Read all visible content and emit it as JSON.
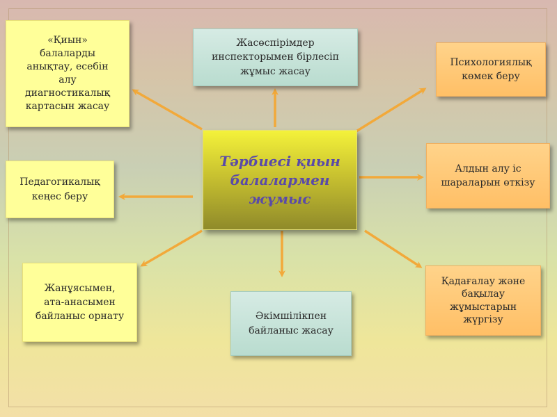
{
  "center": {
    "lines": [
      "Тәрбиесі қиын",
      "балалармен",
      "жұмыс"
    ]
  },
  "nodes": [
    {
      "id": "diagnostic",
      "lines": [
        "«Қиын»",
        "балаларды",
        "анықтау, есебін",
        "алу",
        "диагностикалық",
        "картасын жасау"
      ]
    },
    {
      "id": "inspectors",
      "lines": [
        "Жасөспірімдер",
        "инспекторымен бірлесіп",
        "жұмыс жасау"
      ]
    },
    {
      "id": "psych",
      "lines": [
        "Психологиялық",
        "көмек беру"
      ]
    },
    {
      "id": "pedagogical",
      "lines": [
        "Педагогикалық",
        "кеңес беру"
      ]
    },
    {
      "id": "prevention",
      "lines": [
        "Алдын алу іс",
        "шараларын өткізу"
      ]
    },
    {
      "id": "family",
      "lines": [
        "Жанұясымен,",
        "ата-анасымен",
        "байланыс орнату"
      ]
    },
    {
      "id": "admin",
      "lines": [
        "Әкімшілікпен",
        "байланыс жасау"
      ]
    },
    {
      "id": "control",
      "lines": [
        "Қадағалау және",
        "бақылау",
        "жұмыстарын",
        "жүргізу"
      ]
    }
  ],
  "colors": {
    "arrow": "#f2a93a",
    "yellow_box": "#ffff99",
    "orange_box": "#ffc266",
    "teal_box": "#c3e1d6",
    "center_text": "#5a4aa8"
  }
}
